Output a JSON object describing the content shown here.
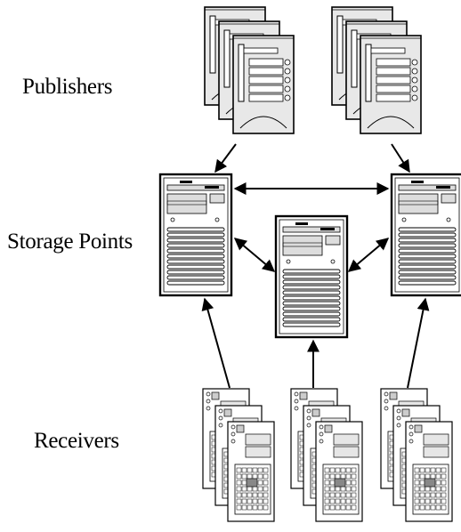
{
  "labels": {
    "publishers": "Publishers",
    "storage_points": "Storage Points",
    "receivers": "Receivers"
  },
  "icons": {
    "publisher": "publisher-server-icon",
    "storage": "storage-server-icon",
    "receiver": "receiver-tower-icon"
  },
  "colors": {
    "stroke": "#000000",
    "server_face": "#e6e6e6",
    "server_body": "#ffffff"
  }
}
